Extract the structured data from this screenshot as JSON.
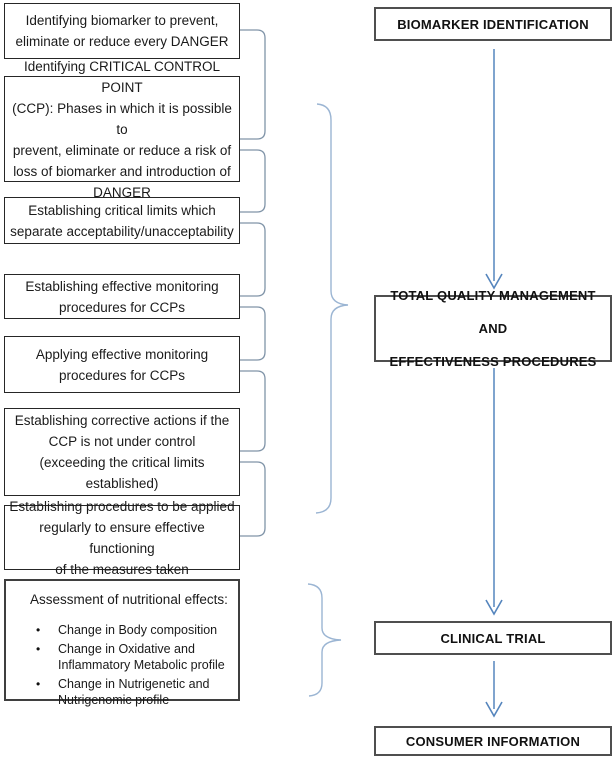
{
  "colors": {
    "arrow": "#5585bd",
    "brace": "#9bb5d3",
    "bracket": "#8094a8"
  },
  "left_column": {
    "boxes": [
      {
        "lines": [
          "Identifying biomarker to prevent,",
          "eliminate or reduce every DANGER"
        ]
      },
      {
        "lines": [
          "Identifying CRITICAL CONTROL POINT",
          "(CCP): Phases in which it is possible to",
          "prevent, eliminate or reduce a risk of",
          "loss of biomarker and introduction of",
          "DANGER"
        ]
      },
      {
        "lines": [
          "Establishing critical limits which",
          "separate acceptability/unacceptability"
        ]
      },
      {
        "lines": [
          "Establishing effective monitoring",
          "procedures for CCPs"
        ]
      },
      {
        "lines": [
          "Applying effective monitoring",
          "procedures for CCPs"
        ]
      },
      {
        "lines": [
          "Establishing corrective actions if the",
          "CCP is not under control",
          "(exceeding the critical limits",
          "established)"
        ]
      },
      {
        "lines": [
          "Establishing procedures to be applied",
          "regularly to ensure effective functioning",
          "of the measures taken"
        ]
      }
    ],
    "assessment_box": {
      "title": "Assessment of nutritional effects:",
      "bullet_glyph": "•",
      "bullets": [
        {
          "lines": [
            "Change in Body composition"
          ]
        },
        {
          "lines": [
            "Change in Oxidative and",
            "Inflammatory Metabolic profile"
          ]
        },
        {
          "lines": [
            "Change in Nutrigenetic and",
            "Nutrigenomic profile"
          ]
        }
      ]
    }
  },
  "right_column": {
    "biomarker_identification": "BIOMARKER IDENTIFICATION",
    "tqm_line1": "TOTAL QUALITY MANAGEMENT AND",
    "tqm_line2": "EFFECTIVENESS PROCEDURES",
    "clinical_trial": "CLINICAL TRIAL",
    "consumer_information": "CONSUMER INFORMATION"
  }
}
